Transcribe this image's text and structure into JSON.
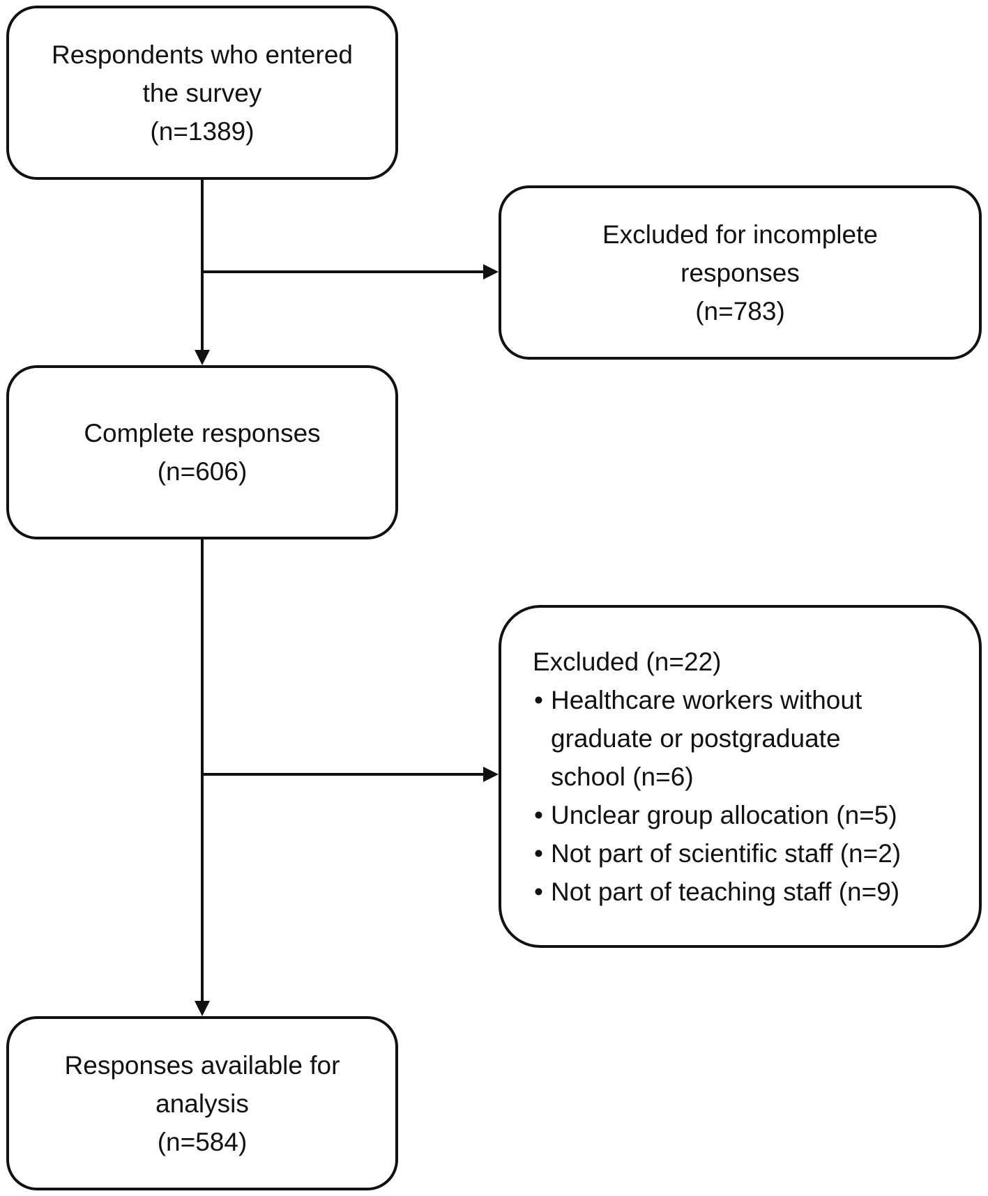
{
  "boxes": {
    "entered": {
      "lines": [
        "Respondents who entered",
        "the survey",
        "(n=1389)"
      ]
    },
    "excluded_incomplete": {
      "lines": [
        "Excluded for incomplete",
        "responses",
        "(n=783)"
      ]
    },
    "complete": {
      "lines": [
        "Complete responses",
        "(n=606)"
      ]
    },
    "excluded": {
      "heading": "Excluded (n=22)",
      "bullet": "•",
      "items": [
        {
          "lines": [
            "Healthcare workers without",
            "graduate or postgraduate",
            "school (n=6)"
          ]
        },
        {
          "lines": [
            "Unclear group allocation (n=5)"
          ]
        },
        {
          "lines": [
            "Not part of scientific staff (n=2)"
          ]
        },
        {
          "lines": [
            "Not part of teaching staff (n=9)"
          ]
        }
      ]
    },
    "available": {
      "lines": [
        "Responses available for",
        "analysis",
        "(n=584)"
      ]
    }
  },
  "colors": {
    "stroke": "#111111",
    "background": "#ffffff"
  }
}
